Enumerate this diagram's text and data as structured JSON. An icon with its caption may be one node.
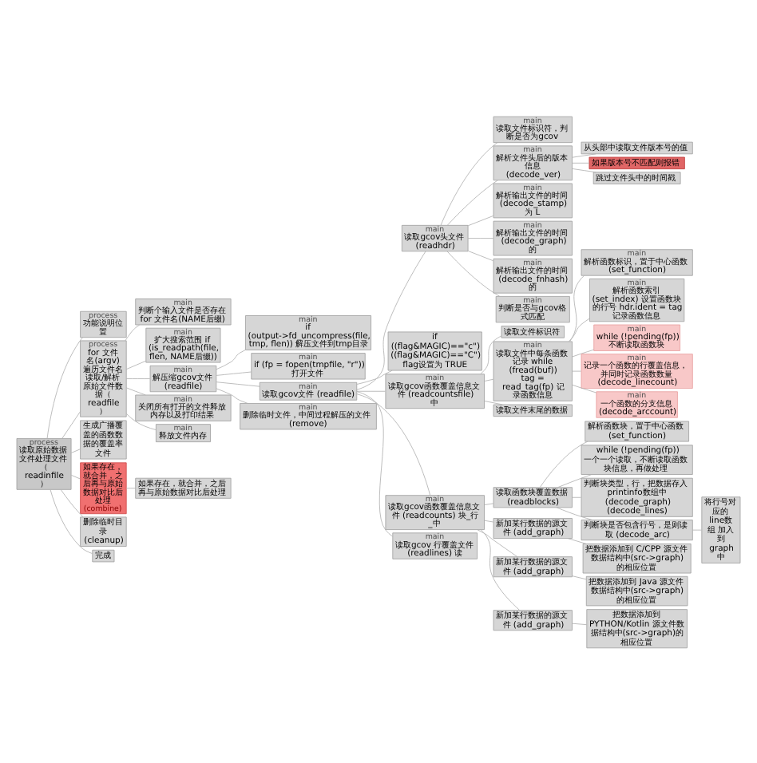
{
  "diagram": {
    "nodes": [
      {
        "text": [
          "process",
          "读取原始数据文件处理文件（readinfile）"
        ]
      },
      {
        "text": [
          "process",
          "功能说明位置"
        ]
      },
      {
        "text": [
          "process",
          "for 文件名(argv) 遍历文件名读取/解析原始文件数据（readfile）"
        ]
      },
      {
        "text": [
          "main",
          "判断个输入文件是否存在 for 文件名(NAME后缀)"
        ]
      },
      {
        "text": [
          "main",
          "扩大搜索范围 if (is_readpath(file, flen, NAME后缀))"
        ]
      },
      {
        "text": [
          "main",
          "解压缩gcov文件 (readfile)"
        ]
      },
      {
        "text": [
          "main",
          "if (output->fd_uncompress(file, tmp, flen)) 解压文件到tmp目录"
        ]
      },
      {
        "text": [
          "main",
          "if (fp = fopen(tmpfile, \"r\")) 打开文件"
        ]
      },
      {
        "text": [
          "main",
          "读取gcov文件 (readfile)"
        ]
      },
      {
        "text": [
          "main",
          "读取gcov头文件 (readhdr)"
        ]
      },
      {
        "text": [
          "main",
          "读取文件标识符，判断是否为gcov"
        ]
      },
      {
        "text": [
          "main",
          "解析文件头后的版本信息 (decode_ver)"
        ]
      },
      {
        "text": [
          "从头部中读取文件版本号的值"
        ]
      },
      {
        "text": [
          "如果版本号不匹配则报错"
        ]
      },
      {
        "text": [
          "跳过文件头中的时间戳"
        ]
      },
      {
        "text": [
          "main",
          "解析输出文件的时间 (decode_stamp) 为 L"
        ]
      },
      {
        "text": [
          "main",
          "解析输出文件的时间 (decode_graph) 的"
        ]
      },
      {
        "text": [
          "main",
          "解析输出文件的时间 (decode_fnhash) 的"
        ]
      },
      {
        "text": [
          "main",
          "判断是否与gcov格式匹配"
        ]
      },
      {
        "text": [
          "if ((flag&MAGIC)==\"c\") ((flag&MAGIC)==\"C\") flag设置为 TRUE"
        ]
      },
      {
        "text": [
          "main",
          "读取gcov函数覆盖信息文件 (readcountsfile) 中"
        ]
      },
      {
        "text": [
          "读取文件标识符"
        ]
      },
      {
        "text": [
          "main",
          "读取文件中每条函数记录 while (fread(buf)) tag = read_tag(fp) 记录函数信息"
        ]
      },
      {
        "text": [
          "main",
          "解析函数标识，置于中心函数 (set_function)"
        ]
      },
      {
        "text": [
          "main",
          "解析函数索引 (set_index) 设置函数块的行号 hdr.ident = tag 记录函数信息"
        ]
      },
      {
        "text": [
          "main",
          "while (!pending(fp)) 不断读取函数块"
        ]
      },
      {
        "text": [
          "main",
          "记录一个函数的行覆盖信息，并同时记录函数数量 (decode_linecount)"
        ]
      },
      {
        "text": [
          "main",
          "一个函数的分支信息 (decode_arccount)"
        ]
      },
      {
        "text": [
          "读取文件末尾的数据"
        ]
      },
      {
        "text": [
          "main",
          "读取gcov函数覆盖信息文件 (readcounts) 块_行_中"
        ]
      },
      {
        "text": [
          "读取函数块覆盖数据 (readblocks)"
        ]
      },
      {
        "text": [
          "解析函数块，置于中心函数 (set_function)"
        ]
      },
      {
        "text": [
          "while (!pending(fp)) 一个一个读取，不断读取函数块信息，再做处理"
        ]
      },
      {
        "text": [
          "判断块类型，行，把数据存入 printinfo数组中 (decode_graph) (decode_lines)"
        ]
      },
      {
        "text": [
          "判断块是否包含行号，是则读取 (decode_arc)"
        ]
      },
      {
        "text": [
          "将行号对应的 line数组 加入到graph中"
        ]
      },
      {
        "text": [
          "新加某行数据的源文件 (add_graph)"
        ]
      },
      {
        "text": [
          "把数据添加到 C/CPP 源文件数据结构中(src->graph)的相应位置"
        ]
      },
      {
        "text": [
          "新加某行数据的源文件 (add_graph)"
        ]
      },
      {
        "text": [
          "把数据添加到 Java 源文件数据结构中(src->graph)的相应位置"
        ]
      },
      {
        "text": [
          "新加某行数据的源文件 (add_graph)"
        ]
      },
      {
        "text": [
          "把数据添加到 PYTHON/Kotlin 源文件数据结构中(src->graph)的相应位置"
        ]
      },
      {
        "text": [
          "main",
          "读取gcov 行覆盖文件 (readlines) 读"
        ]
      },
      {
        "text": [
          "main",
          "删除临时文件，中间过程解压的文件(remove)"
        ]
      },
      {
        "text": [
          "main",
          "关闭所有打开的文件释放内存以及打印结果"
        ]
      },
      {
        "text": [
          "main",
          "释放文件内存"
        ]
      },
      {
        "text": [
          "生成广播覆盖的函数数据的覆盖率文件"
        ]
      },
      {
        "text": [
          "如果存在，就合并，之后再与原始数据对比后处理",
          "(combine)"
        ]
      },
      {
        "text": [
          "如果存在，就合并，之后再与原始数据对比后处理"
        ]
      },
      {
        "text": [
          "删除临时目录 (cleanup)"
        ]
      },
      {
        "text": [
          "完成"
        ]
      }
    ],
    "edges": [
      {
        "from": 0,
        "to": 1,
        "arrow": "none"
      },
      {
        "from": 0,
        "to": 2,
        "arrow": "none"
      },
      {
        "from": 2,
        "to": 3,
        "arrow": "none"
      },
      {
        "from": 2,
        "to": 4,
        "arrow": "none"
      },
      {
        "from": 2,
        "to": 5,
        "arrow": "none"
      },
      {
        "from": 5,
        "to": 6,
        "arrow": "none"
      },
      {
        "from": 5,
        "to": 7,
        "arrow": "none"
      },
      {
        "from": 5,
        "to": 8,
        "arrow": "none"
      },
      {
        "from": 8,
        "to": 9,
        "arrow": "none"
      },
      {
        "from": 9,
        "to": 10,
        "arrow": "none"
      },
      {
        "from": 9,
        "to": 11,
        "arrow": "none"
      },
      {
        "from": 11,
        "to": 12,
        "arrow": "none"
      },
      {
        "from": 11,
        "to": 13,
        "arrow": "none"
      },
      {
        "from": 11,
        "to": 14,
        "arrow": "none"
      },
      {
        "from": 9,
        "to": 15,
        "arrow": "none"
      },
      {
        "from": 9,
        "to": 16,
        "arrow": "none"
      },
      {
        "from": 9,
        "to": 17,
        "arrow": "none"
      },
      {
        "from": 9,
        "to": 18,
        "arrow": "none"
      },
      {
        "from": 8,
        "to": 19,
        "arrow": "none"
      },
      {
        "from": 8,
        "to": 20,
        "arrow": "none"
      },
      {
        "from": 20,
        "to": 21,
        "arrow": "none"
      },
      {
        "from": 20,
        "to": 22,
        "arrow": "none"
      },
      {
        "from": 22,
        "to": 23,
        "arrow": "none"
      },
      {
        "from": 22,
        "to": 24,
        "arrow": "none"
      },
      {
        "from": 22,
        "to": 25,
        "arrow": "none"
      },
      {
        "from": 22,
        "to": 26,
        "arrow": "none"
      },
      {
        "from": 22,
        "to": 27,
        "arrow": "none"
      },
      {
        "from": 20,
        "to": 28,
        "arrow": "none"
      },
      {
        "from": 8,
        "to": 29,
        "arrow": "none"
      },
      {
        "from": 29,
        "to": 30,
        "arrow": "none"
      },
      {
        "from": 30,
        "to": 31,
        "arrow": "none"
      },
      {
        "from": 30,
        "to": 32,
        "arrow": "none"
      },
      {
        "from": 30,
        "to": 33,
        "arrow": "none"
      },
      {
        "from": 30,
        "to": 34,
        "arrow": "none"
      },
      {
        "from": 34,
        "to": 35,
        "arrow": "none"
      },
      {
        "from": 29,
        "to": 36,
        "arrow": "none"
      },
      {
        "from": 36,
        "to": 37,
        "arrow": "none"
      },
      {
        "from": 29,
        "to": 38,
        "arrow": "none"
      },
      {
        "from": 38,
        "to": 39,
        "arrow": "none"
      },
      {
        "from": 29,
        "to": 40,
        "arrow": "none"
      },
      {
        "from": 40,
        "to": 41,
        "arrow": "none"
      },
      {
        "from": 8,
        "to": 42,
        "arrow": "none"
      },
      {
        "from": 5,
        "to": 43,
        "arrow": "none"
      },
      {
        "from": 2,
        "to": 44,
        "arrow": "none"
      },
      {
        "from": 2,
        "to": 45,
        "arrow": "none"
      },
      {
        "from": 0,
        "to": 46,
        "arrow": "none"
      },
      {
        "from": 0,
        "to": 47,
        "arrow": "none"
      },
      {
        "from": 47,
        "to": 48,
        "arrow": "none"
      },
      {
        "from": 0,
        "to": 49,
        "arrow": "none"
      },
      {
        "from": 0,
        "to": 50,
        "arrow": "none"
      }
    ]
  }
}
